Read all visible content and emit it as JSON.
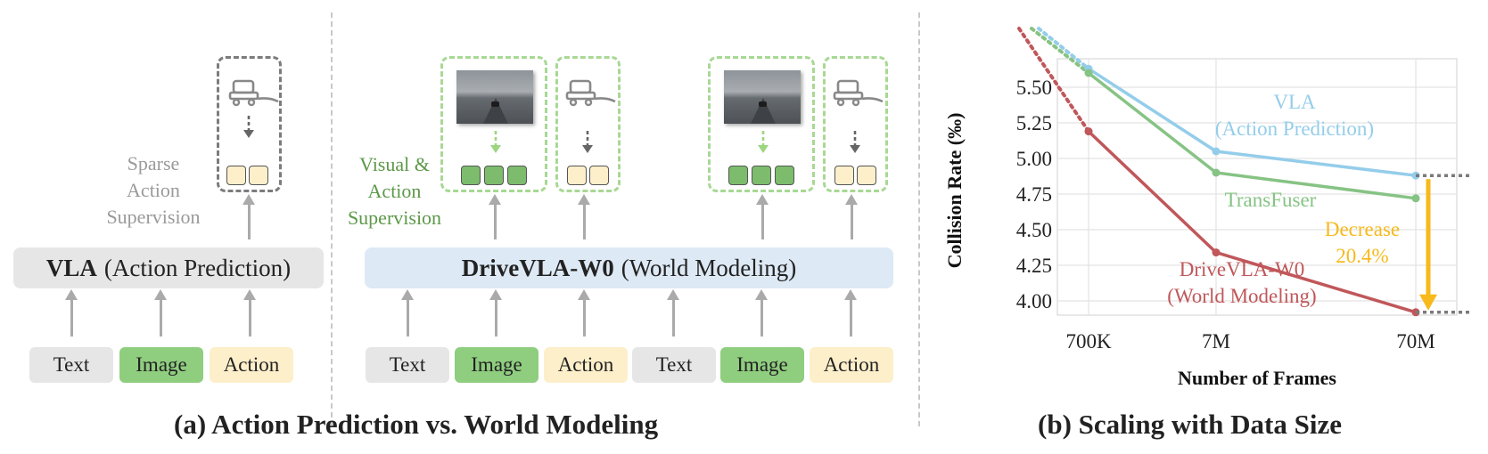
{
  "panel_a": {
    "caption": "(a) Action Prediction vs. World Modeling",
    "vla": {
      "name": "VLA",
      "desc": "(Action Prediction)",
      "supervision": "Sparse\nAction\nSupervision",
      "inputs": [
        "Text",
        "Image",
        "Action"
      ]
    },
    "w0": {
      "name": "DriveVLA-W0",
      "desc": "(World Modeling)",
      "supervision": "Visual &\nAction\nSupervision",
      "inputs": [
        "Text",
        "Image",
        "Action",
        "Text",
        "Image",
        "Action"
      ]
    }
  },
  "panel_b": {
    "caption": "(b) Scaling with Data Size"
  },
  "colors": {
    "vla": "#94cdea",
    "transfuser": "#86c384",
    "w0": "#c0575a",
    "decrease": "#f7b91b",
    "image_token": "#8fcd7f",
    "action_token": "#fcefca",
    "text_token": "#e6e6e6"
  },
  "chart_data": {
    "type": "line",
    "xlabel": "Number of Frames",
    "ylabel": "Collision Rate (‰)",
    "categories": [
      "700K",
      "7M",
      "70M"
    ],
    "ylim": [
      3.9,
      5.7
    ],
    "yticks": [
      "4.00",
      "4.25",
      "4.50",
      "4.75",
      "5.00",
      "5.25",
      "5.50"
    ],
    "grid": true,
    "series": [
      {
        "name": "VLA\n(Action Prediction)",
        "key": "vla",
        "values": [
          5.63,
          5.05,
          4.88
        ]
      },
      {
        "name": "TransFuser",
        "key": "transfuser",
        "values": [
          5.6,
          4.9,
          4.72
        ]
      },
      {
        "name": "DriveVLA-W0\n(World Modeling)",
        "key": "w0",
        "values": [
          5.19,
          4.34,
          3.92
        ]
      }
    ],
    "annotation": {
      "text": "Decrease\n20.4%",
      "from": 4.88,
      "to": 3.92
    }
  }
}
